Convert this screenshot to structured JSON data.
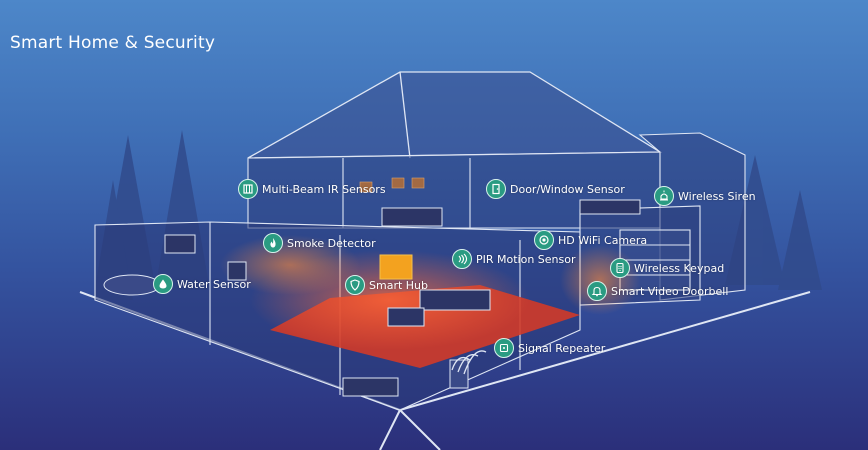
{
  "title": "Smart Home & Security",
  "colors": {
    "accent": "#2a9b82",
    "glow": "#e0452c",
    "line": "#dfe6f4"
  },
  "devices": {
    "multi_beam": {
      "label": "Multi-Beam IR Sensors",
      "icon": "ir-beam-icon"
    },
    "door_window": {
      "label": "Door/Window Sensor",
      "icon": "door-icon"
    },
    "siren": {
      "label": "Wireless Siren",
      "icon": "siren-icon"
    },
    "smoke": {
      "label": "Smoke Detector",
      "icon": "flame-icon"
    },
    "camera": {
      "label": "HD WiFi Camera",
      "icon": "camera-icon"
    },
    "pir": {
      "label": "PIR Motion Sensor",
      "icon": "motion-wave-icon"
    },
    "keypad": {
      "label": "Wireless Keypad",
      "icon": "keypad-icon"
    },
    "water": {
      "label": "Water Sensor",
      "icon": "water-drop-icon"
    },
    "hub": {
      "label": "Smart Hub",
      "icon": "shield-icon"
    },
    "doorbell": {
      "label": "Smart Video Doorbell",
      "icon": "bell-icon"
    },
    "repeater": {
      "label": "Signal Repeater",
      "icon": "repeater-icon"
    }
  }
}
